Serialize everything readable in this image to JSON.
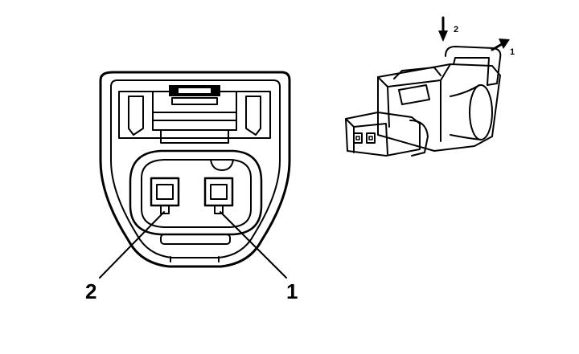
{
  "front_view": {
    "pin_labels": {
      "pin_1": "1",
      "pin_2": "2"
    }
  },
  "iso_view": {
    "step_labels": {
      "step_1": "1",
      "step_2": "2"
    }
  }
}
